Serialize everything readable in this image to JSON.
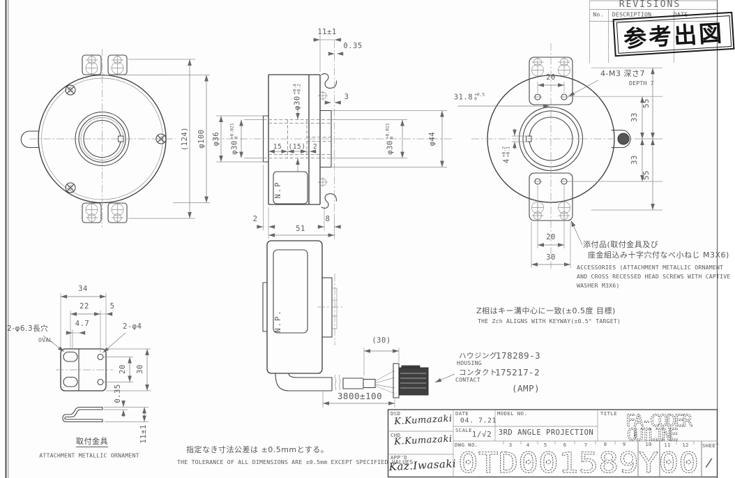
{
  "revisions": {
    "title": "REVISIONS",
    "col_no": "No.",
    "col_description": "DESCRIPTION",
    "col_date": "DATE"
  },
  "stamp": {
    "text": "参考出図"
  },
  "front_view": {
    "dim_overall": "(124)",
    "dim_body": "φ100"
  },
  "section_view": {
    "dim_top": "11±1",
    "dim_clip_thickness": "0.35",
    "dim_offset": "3",
    "bore_fit": {
      "dia": "φ30",
      "up": "+0.4",
      "lo": "+0.2"
    },
    "dim_spigot": "φ36",
    "spigot_fit": {
      "dia": "φ30",
      "up": "+0.021",
      "lo": "0"
    },
    "dim_depth1": "15",
    "dim_depth2": "(15)",
    "dim_depth3": "2",
    "label_np": "N.P",
    "dim_bottom_small": "2",
    "dim_length": "51",
    "dim_rear": "8",
    "rear_fit": {
      "dia": "φ30",
      "up": "+0.021",
      "lo": "0"
    },
    "dim_collar": "φ44"
  },
  "rear_view": {
    "dim_hole_span": "20",
    "thread_note_jp": "4-M3 深さ7",
    "thread_note_en": "DEPTH 7",
    "key_dim": {
      "dia": "31.8",
      "up": "+0.5",
      "lo": "0"
    },
    "keyway_fit": {
      "dia": "4",
      "up": "+0.2",
      "lo": "+0.1"
    },
    "dim_33_top": "33",
    "dim_33_bottom": "33",
    "dim_55_top": "55",
    "dim_55_bottom": "55",
    "dim_tab_holes": "20",
    "dim_tab_screws": "30"
  },
  "accessories_note": {
    "jp_line1": "添付品(取付金具及び",
    "jp_line2": "座金組込み十字穴付なべ小ねじ M3X6)",
    "en_line1": "ACCESSORIES (ATTACHMENT METALLIC ORNAMENT",
    "en_line2": "AND CROSS RECESSED HEAD SCREWS WITH CAPTIVE",
    "en_line3": "WASHER M3X6)"
  },
  "zphase_note": {
    "jp": "Z相はキー溝中心に一致(±0.5度 目標)",
    "en": "THE Zch ALIGNS WITH KEYWAY(±0.5° TARGET)"
  },
  "connector_note": {
    "housing_jp": "ハウジング",
    "housing_no": "178289-3",
    "housing_en": "HOUSING",
    "contact_jp": "コンタクト",
    "contact_no": "175217-2",
    "contact_en": "CONTACT",
    "maker": "(AMP)"
  },
  "cable_view": {
    "label_np": "N.P.",
    "dim_connector": "(30)",
    "dim_cable": "3800±100"
  },
  "bracket_detail": {
    "dim_34": "34",
    "dim_22": "22",
    "dim_5": "5",
    "dim_47": "4.7",
    "slot_label": "2-φ6.3長穴",
    "slot_label_en": "OVAL",
    "hole_label": "2-φ4",
    "dim_20": "20",
    "dim_30": "30",
    "dim_035": "0.35",
    "dim_11": "11±1",
    "title_jp": "取付金具",
    "title_en": "ATTACHMENT METALLIC ORNAMENT"
  },
  "tolerance_note": {
    "jp": "指定なき寸法公差は ±0.5mmとする。",
    "en": "THE TOLERANCE OF ALL DIMENSIONS ARE ±0.5mm EXCEPT SPECIFIED VALUES."
  },
  "title_block": {
    "dsd_label": "DSD",
    "chd_label": "CHD",
    "appd_label": "APP'D",
    "dsd_sign": "K.Kumazaki",
    "chd_sign": "K.Kumazaki",
    "appd_sign": "Kaz.Iwasaki",
    "date_label": "DATE",
    "date_value": "04. 7.21",
    "scale_label": "SCALE",
    "scale_value": "1/√2",
    "model_label": "MODEL NO.",
    "projection": "3RD ANGLE PROJECTION",
    "title_label": "TITLE",
    "title_line1": "FA-CODER",
    "title_line2": "OUTLINE",
    "dwg_label": "DWG NO.",
    "dwg_no": "0TD001589Y00",
    "ruler": [
      "3",
      "4",
      "5",
      "6",
      "7",
      "8",
      "9",
      "10",
      "11",
      "12"
    ],
    "sheet_label": "SHEET",
    "sheet_value": "/"
  }
}
